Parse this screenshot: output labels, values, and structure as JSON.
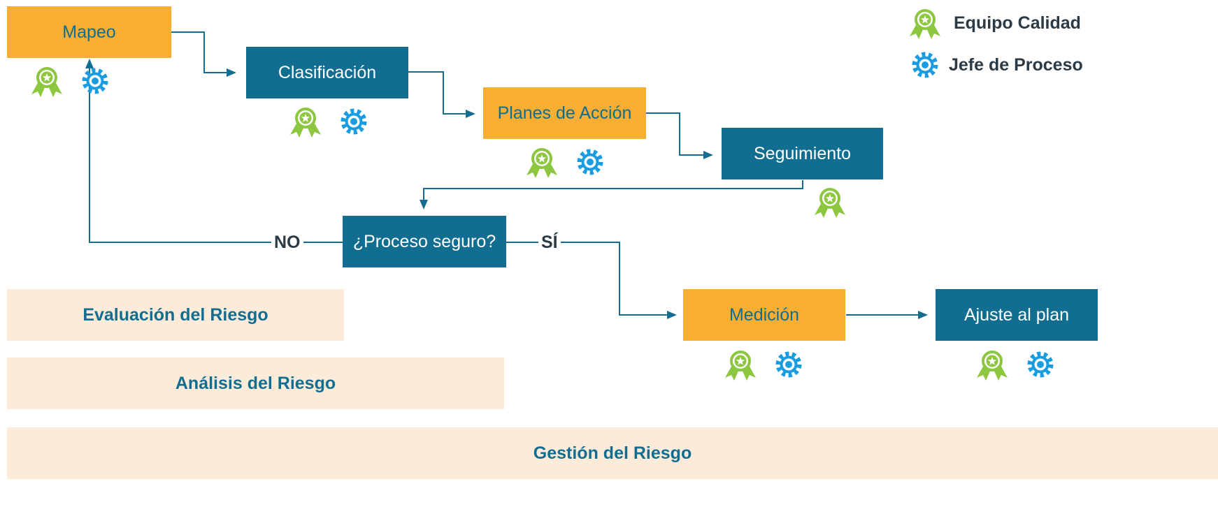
{
  "legend": {
    "quality": "Equipo Calidad",
    "owner": "Jefe de Proceso"
  },
  "nodes": {
    "mapeo": "Mapeo",
    "clasificacion": "Clasificación",
    "planes": "Planes de Acción",
    "seguimiento": "Seguimiento",
    "decision": "¿Proceso seguro?",
    "medicion": "Medición",
    "ajuste": "Ajuste al plan"
  },
  "branches": {
    "no": "NO",
    "si": "SÍ"
  },
  "bands": {
    "evaluacion": "Evaluación del Riesgo",
    "analisis": "Análisis del Riesgo",
    "gestion": "Gestión del Riesgo"
  },
  "colors": {
    "orange": "#f7ae33",
    "blue": "#126e91",
    "band": "#fdebd9",
    "quality_icon": "#8dc63f",
    "owner_icon": "#1a9de0"
  },
  "icons": {
    "quality": "award-ribbon-star-icon",
    "owner": "gear-icon"
  }
}
